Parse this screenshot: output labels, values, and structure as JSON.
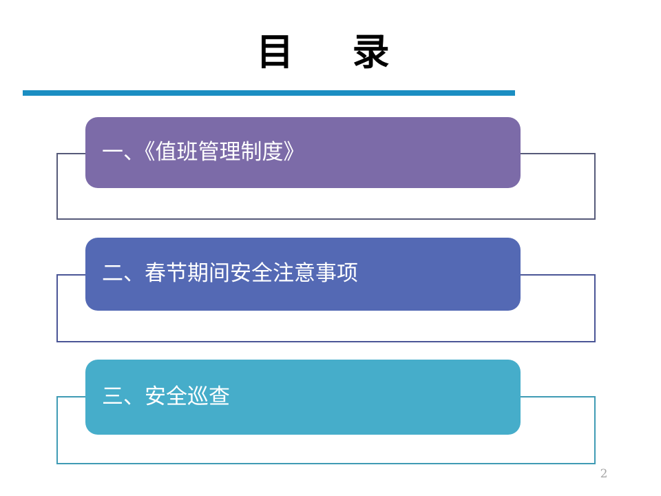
{
  "slide": {
    "title": "目    录",
    "page_number": "2",
    "background_color": "#FFFFFF",
    "rule_color": "#1B8EC2"
  },
  "contents": {
    "items": [
      {
        "label": "一、《值班管理制度》",
        "index_label": "一、",
        "text": "《值班管理制度》",
        "fill_color": "#7C6BA8",
        "frame_color": "#565A79",
        "text_color": "#FFFFFF"
      },
      {
        "label": "二、春节期间安全注意事项",
        "index_label": "二、",
        "text": "春节期间安全注意事项",
        "fill_color": "#5469B4",
        "frame_color": "#4A5596",
        "text_color": "#FFFFFF"
      },
      {
        "label": "三、安全巡查",
        "index_label": "三、",
        "text": "安全巡查",
        "fill_color": "#46ADCA",
        "frame_color": "#3F9BB4",
        "text_color": "#FFFFFF"
      }
    ]
  }
}
